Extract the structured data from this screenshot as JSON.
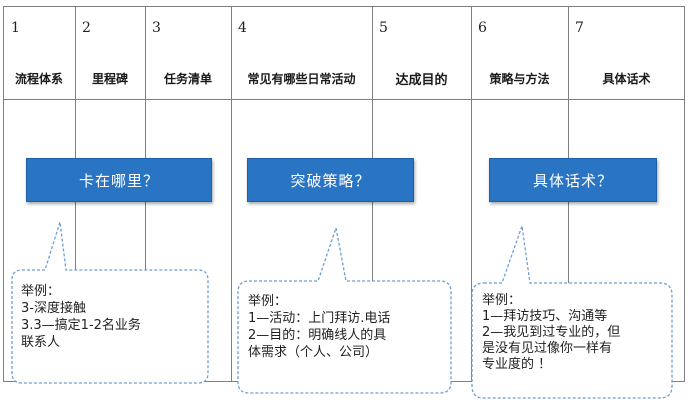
{
  "columns": [
    {
      "number": "1",
      "header": "流程体系"
    },
    {
      "number": "2",
      "header": "里程碑"
    },
    {
      "number": "3",
      "header": "任务清单"
    },
    {
      "number": "4",
      "header": "常见有哪些日常活动"
    },
    {
      "number": "5",
      "header": "达成目的"
    },
    {
      "number": "6",
      "header": "策略与方法"
    },
    {
      "number": "7",
      "header": "具体话术"
    }
  ],
  "banners": [
    {
      "label": "卡在哪里？"
    },
    {
      "label": "突破策略？"
    },
    {
      "label": "具体话术？"
    }
  ],
  "callouts": [
    {
      "lines": [
        "举例：",
        "3-深度接触",
        "3.3—搞定1-2名业务",
        "联系人"
      ]
    },
    {
      "lines": [
        "举例：",
        "1—活动：上门拜访.电话",
        "2—目的：明确线人的具",
        "体需求（个人、公司）"
      ]
    },
    {
      "lines": [
        "举例：",
        "1—拜访技巧、沟通等",
        "2—我见到过专业的，但",
        "是没有见过像你一样有",
        "专业度的 ！"
      ]
    }
  ],
  "colors": {
    "banner": "#2a74c4",
    "bubble_border": "#6e9fd2",
    "grid": "#7f7f7f"
  }
}
